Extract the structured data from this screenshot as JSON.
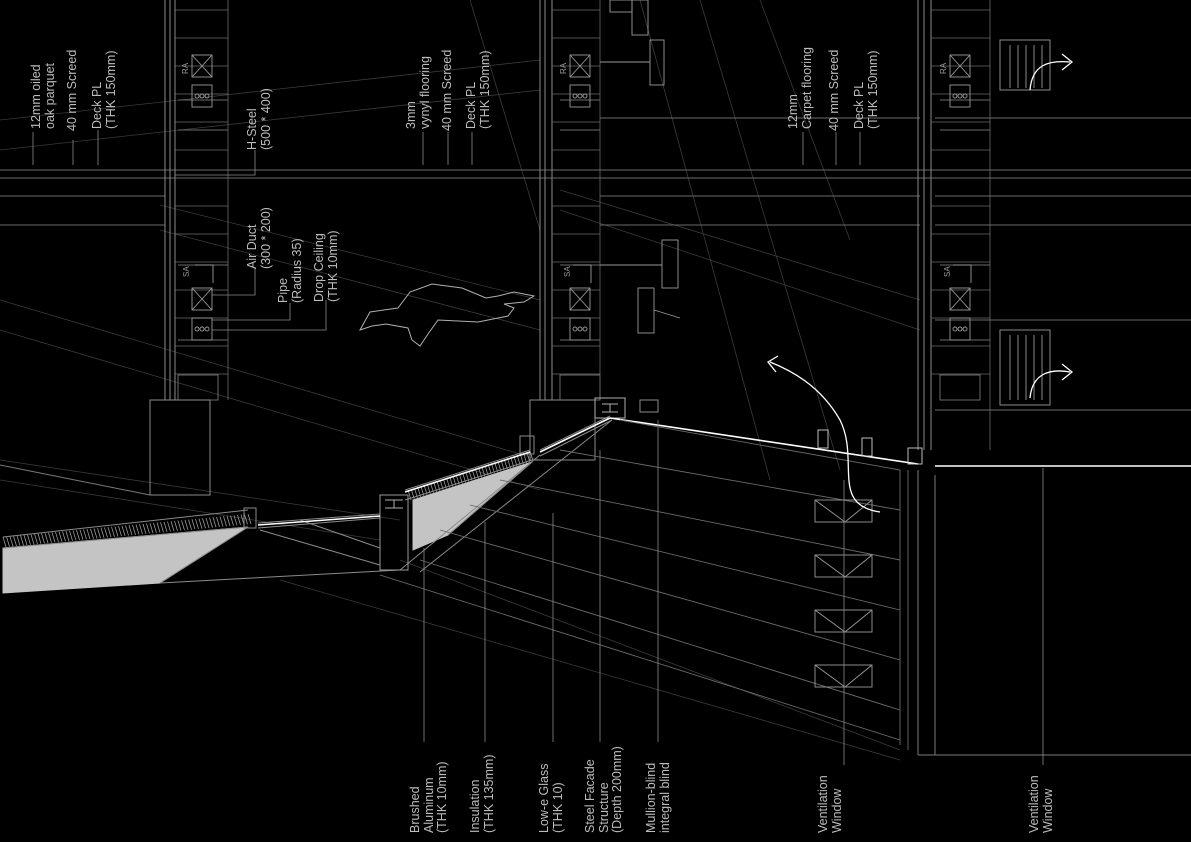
{
  "floor_build_ups": [
    {
      "id": "oak",
      "lines": [
        "12mm oiled",
        "oak parquet",
        "40 mm Screed",
        "Deck PL",
        "(THK 150mm)"
      ]
    },
    {
      "id": "vinyl",
      "lines": [
        "3mm",
        "vynyl flooring",
        "40 mm Screed",
        "Deck PL",
        "(THK 150mm)"
      ]
    },
    {
      "id": "carpet",
      "lines": [
        "12mm",
        "Carpet flooring",
        "40 mm Screed",
        "Deck PL",
        "(THK 150mm)"
      ]
    }
  ],
  "services": {
    "h_steel": [
      "H-Steel",
      "(500 * 400)"
    ],
    "air_duct": [
      "Air Duct",
      "(300 * 200)"
    ],
    "pipe": [
      "Pipe",
      "(Radius 35)"
    ],
    "drop_ceiling": [
      "Drop Ceiling",
      "(THK 10mm)"
    ]
  },
  "duct_tags": {
    "return_air": "RA",
    "supply_air": "SA"
  },
  "facade_labels": {
    "brushed_aluminum": [
      "Brushed",
      "Aluminum",
      "(THK 10mm)"
    ],
    "insulation": [
      "Insulation",
      "(THK 135mm)"
    ],
    "low_e_glass": [
      "Low-e Glass",
      "(THK 10)"
    ],
    "steel_structure": [
      "Steel Facade",
      "Structure",
      "(Depth 200mm)"
    ],
    "mullion_blind": [
      "Mullion-blind",
      "integral blind"
    ],
    "ventilation_1": [
      "Ventilation",
      "Window"
    ],
    "ventilation_2": [
      "Ventilation",
      "Window"
    ]
  },
  "colors": {
    "background": "#000000",
    "linework": "#6a6a6a",
    "accent_line": "#ffffff",
    "panel_fill": "#c4c4c4",
    "text": "#bdbdbd"
  }
}
